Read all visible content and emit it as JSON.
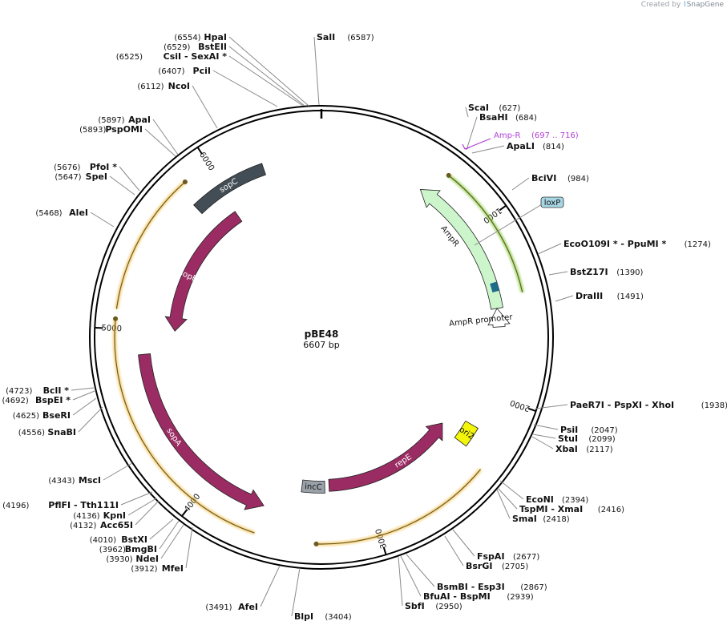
{
  "brand": {
    "prefix": "Created by",
    "mark": "⌇",
    "name": "SnapGene"
  },
  "plasmid": {
    "name": "pBE48",
    "length_bp": 6607,
    "size_label": "6607 bp"
  },
  "ticks": [
    {
      "bp": 1000,
      "label": "1000"
    },
    {
      "bp": 2000,
      "label": "2000"
    },
    {
      "bp": 3000,
      "label": "3000"
    },
    {
      "bp": 4000,
      "label": "4000"
    },
    {
      "bp": 5000,
      "label": "5000"
    },
    {
      "bp": 6000,
      "label": "6000"
    }
  ],
  "sites": [
    {
      "name": "SalI",
      "pos": "(6587)"
    },
    {
      "name": "HpaI",
      "pos": "(6554)"
    },
    {
      "name": "BstEII",
      "pos": "(6529)"
    },
    {
      "name": "CsiI  - SexAI *",
      "pos": "(6525)"
    },
    {
      "name": "PciI",
      "pos": "(6407)"
    },
    {
      "name": "NcoI",
      "pos": "(6112)"
    },
    {
      "name": "ApaI",
      "pos": "(5897)"
    },
    {
      "name": "PspOMI",
      "pos": "(5893)"
    },
    {
      "name": "PfoI *",
      "pos": "(5676)"
    },
    {
      "name": "SpeI",
      "pos": "(5647)"
    },
    {
      "name": "AleI",
      "pos": "(5468)"
    },
    {
      "name": "BclI *",
      "pos": "(4723)"
    },
    {
      "name": "BspEI *",
      "pos": "(4692)"
    },
    {
      "name": "BseRI",
      "pos": "(4625)"
    },
    {
      "name": "SnaBI",
      "pos": "(4556)"
    },
    {
      "name": "MscI",
      "pos": "(4343)"
    },
    {
      "name": "PflFI  - Tth111I",
      "pos": "(4196)"
    },
    {
      "name": "KpnI",
      "pos": "(4136)"
    },
    {
      "name": "Acc65I",
      "pos": "(4132)"
    },
    {
      "name": "BstXI",
      "pos": "(4010)"
    },
    {
      "name": "BmgBI",
      "pos": "(3962)"
    },
    {
      "name": "NdeI",
      "pos": "(3930)"
    },
    {
      "name": "MfeI",
      "pos": "(3912)"
    },
    {
      "name": "AfeI",
      "pos": "(3491)"
    },
    {
      "name": "BlpI",
      "pos": "(3404)"
    },
    {
      "name": "ScaI",
      "pos": "(627)"
    },
    {
      "name": "BsaHI",
      "pos": "(684)"
    },
    {
      "name": "ApaLI",
      "pos": "(814)"
    },
    {
      "name": "BciVI",
      "pos": "(984)"
    },
    {
      "name": "EcoO109I *  - PpuMI *",
      "pos": "(1274)"
    },
    {
      "name": "BstZ17I",
      "pos": "(1390)"
    },
    {
      "name": "DraIII",
      "pos": "(1491)"
    },
    {
      "name": "PaeR7I  - PspXI  - XhoI",
      "pos": "(1938)"
    },
    {
      "name": "PsiI",
      "pos": "(2047)"
    },
    {
      "name": "StuI",
      "pos": "(2099)"
    },
    {
      "name": "XbaI",
      "pos": "(2117)"
    },
    {
      "name": "EcoNI",
      "pos": "(2394)"
    },
    {
      "name": "TspMI  - XmaI",
      "pos": "(2416)"
    },
    {
      "name": "SmaI",
      "pos": "(2418)"
    },
    {
      "name": "FspAI",
      "pos": "(2677)"
    },
    {
      "name": "BsrGI",
      "pos": "(2705)"
    },
    {
      "name": "BsmBI  - Esp3I",
      "pos": "(2867)"
    },
    {
      "name": "BfuAI  - BspMI",
      "pos": "(2939)"
    },
    {
      "name": "SbfI",
      "pos": "(2950)"
    }
  ],
  "features": [
    {
      "name": "sopC",
      "color": "#434d55",
      "direction": "none"
    },
    {
      "name": "sopB",
      "color": "#9b2c63",
      "direction": "reverse"
    },
    {
      "name": "sopA",
      "color": "#9b2c63",
      "direction": "reverse"
    },
    {
      "name": "repE",
      "color": "#9b2c63",
      "direction": "reverse"
    },
    {
      "name": "incC",
      "color": "#9aa1a8",
      "direction": "none"
    },
    {
      "name": "ori2",
      "color": "#f3f50b",
      "direction": "none"
    },
    {
      "name": "AmpR",
      "color": "#ccf5cc",
      "direction": "reverse"
    },
    {
      "name": "AmpR promoter",
      "color": "#ffffff",
      "direction": "reverse"
    },
    {
      "name": "loxP",
      "color": "#a7d7e4",
      "direction": "none"
    }
  ],
  "primer": {
    "name": "Amp-R",
    "range": "(697 .. 716)",
    "color": "#b13fd6"
  },
  "colors": {
    "backbone": "#000000",
    "orf_arrow_yellow": "#f4c14f",
    "orf_arrow_green": "#7bcf3a"
  }
}
